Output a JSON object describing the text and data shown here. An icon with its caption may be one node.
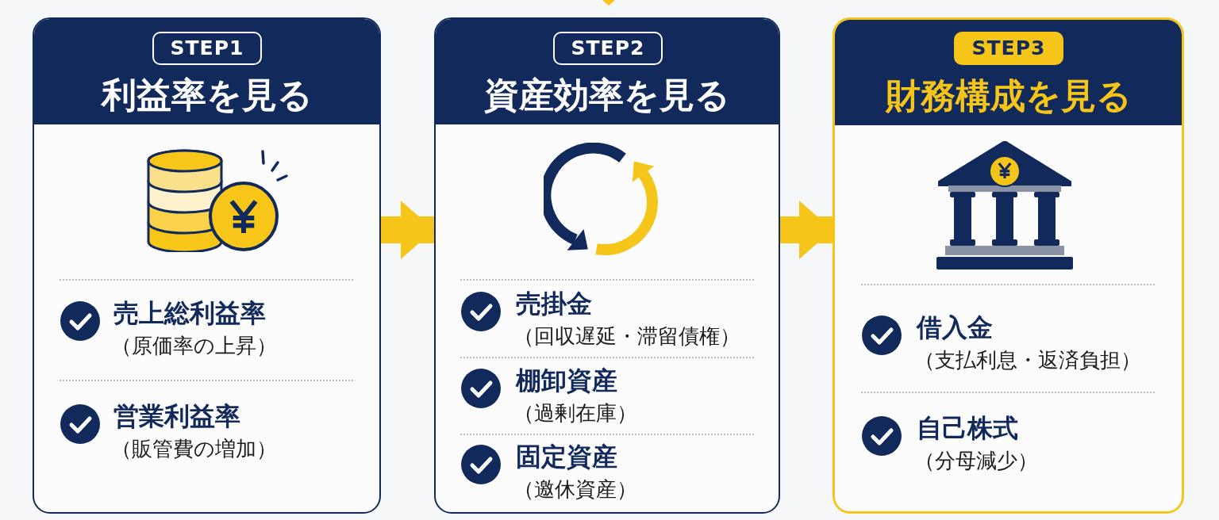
{
  "diagram": {
    "nodes": [
      {
        "text": [
          "利益率を見る",
          "売上総利益率",
          "（原価率の上昇）",
          "営業利益率",
          "（販管費の増加）"
        ]
      },
      {
        "text": [
          "STEP1"
        ],
        "in": 0
      },
      {
        "text": [
          "資産効率を見る",
          "売掛金",
          "（回収遅延・滞留債権）",
          "棚卸資産",
          "（過剰在庫）",
          "固定資産",
          "（邀休資産）"
        ]
      },
      {
        "text": [
          "STEP2"
        ],
        "in": 2
      },
      {
        "text": [
          "財務構成を見る",
          "借入金",
          "（支払利息・返済負担）",
          "自己株式",
          "（分母減少）"
        ]
      },
      {
        "text": [
          "STEP3"
        ],
        "in": 4
      }
    ],
    "edges": [
      {
        "from": 0,
        "to": 2,
        "arrow": "to"
      },
      {
        "from": 2,
        "to": 4,
        "arrow": "to"
      }
    ]
  }
}
